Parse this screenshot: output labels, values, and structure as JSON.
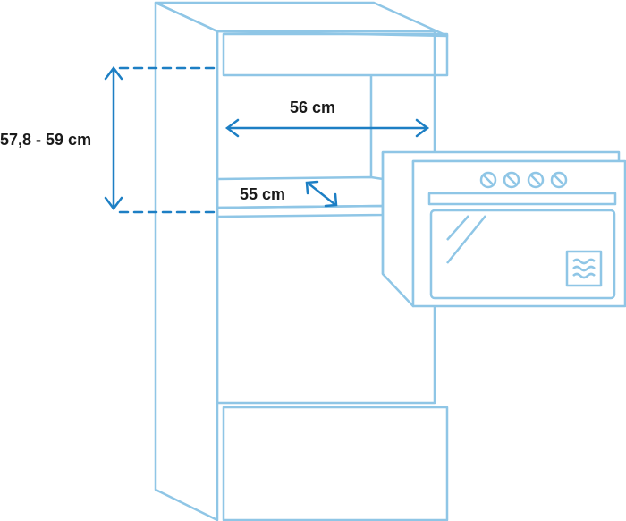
{
  "colors": {
    "outline": "#8fc6e6",
    "dimension": "#1d7fc4",
    "text": "#1a1a1a",
    "background": "#ffffff"
  },
  "dimensions": {
    "height": "57,8 - 59 cm",
    "width": "56 cm",
    "depth": "55 cm"
  },
  "icons": {
    "microwave_symbol": "wave-lines-icon",
    "oven_knobs": "knob-icon"
  }
}
